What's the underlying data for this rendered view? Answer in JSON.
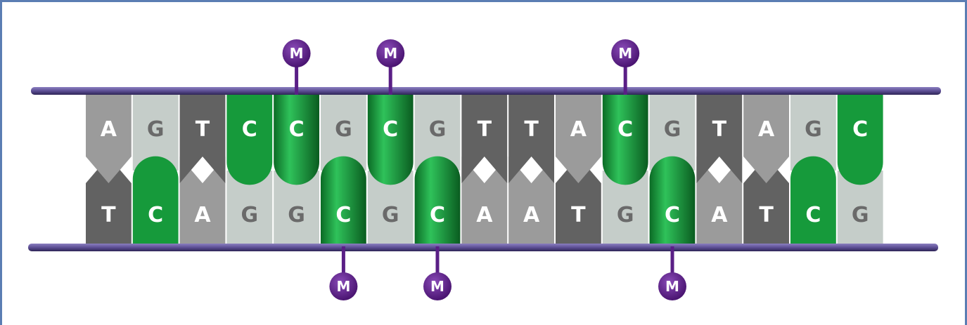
{
  "diagram": {
    "top_strand": [
      "A",
      "G",
      "T",
      "C",
      "C",
      "G",
      "C",
      "G",
      "T",
      "T",
      "A",
      "C",
      "G",
      "T",
      "A",
      "G",
      "C"
    ],
    "bottom_strand": [
      "T",
      "C",
      "A",
      "G",
      "G",
      "C",
      "G",
      "C",
      "A",
      "A",
      "T",
      "G",
      "C",
      "A",
      "T",
      "C",
      "G"
    ],
    "methyl_label": "M",
    "methylated_top_indices": [
      4,
      6,
      11
    ],
    "methylated_bottom_indices": [
      5,
      7,
      12
    ],
    "colors": {
      "A": "#9b9b9b",
      "T": "#626262",
      "G": "#c5cdc9",
      "C": "#169a3b",
      "methyl": "#5a1f86",
      "strand": "#6a5a9c",
      "frame": "#5b7db3"
    }
  }
}
